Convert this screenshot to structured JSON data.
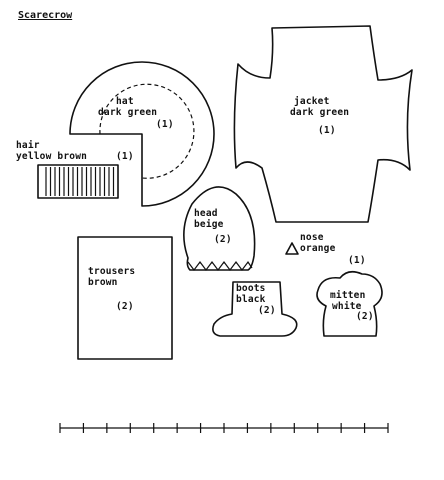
{
  "title": "Scarecrow",
  "pieces": {
    "hat": {
      "name": "hat",
      "color": "dark green",
      "count": "(1)"
    },
    "hair": {
      "name": "hair",
      "color": "yellow brown",
      "count": "(1)"
    },
    "jacket": {
      "name": "jacket",
      "color": "dark green",
      "count": "(1)"
    },
    "head": {
      "name": "head",
      "color": "beige",
      "count": "(2)"
    },
    "nose": {
      "name": "nose",
      "color": "orange",
      "count": "(1)"
    },
    "trousers": {
      "name": "trousers",
      "color": "brown",
      "count": "(2)"
    },
    "boots": {
      "name": "boots",
      "color": "black",
      "count": "(2)"
    },
    "mitten": {
      "name": "mitten",
      "color": "white",
      "count": "(2)"
    }
  }
}
